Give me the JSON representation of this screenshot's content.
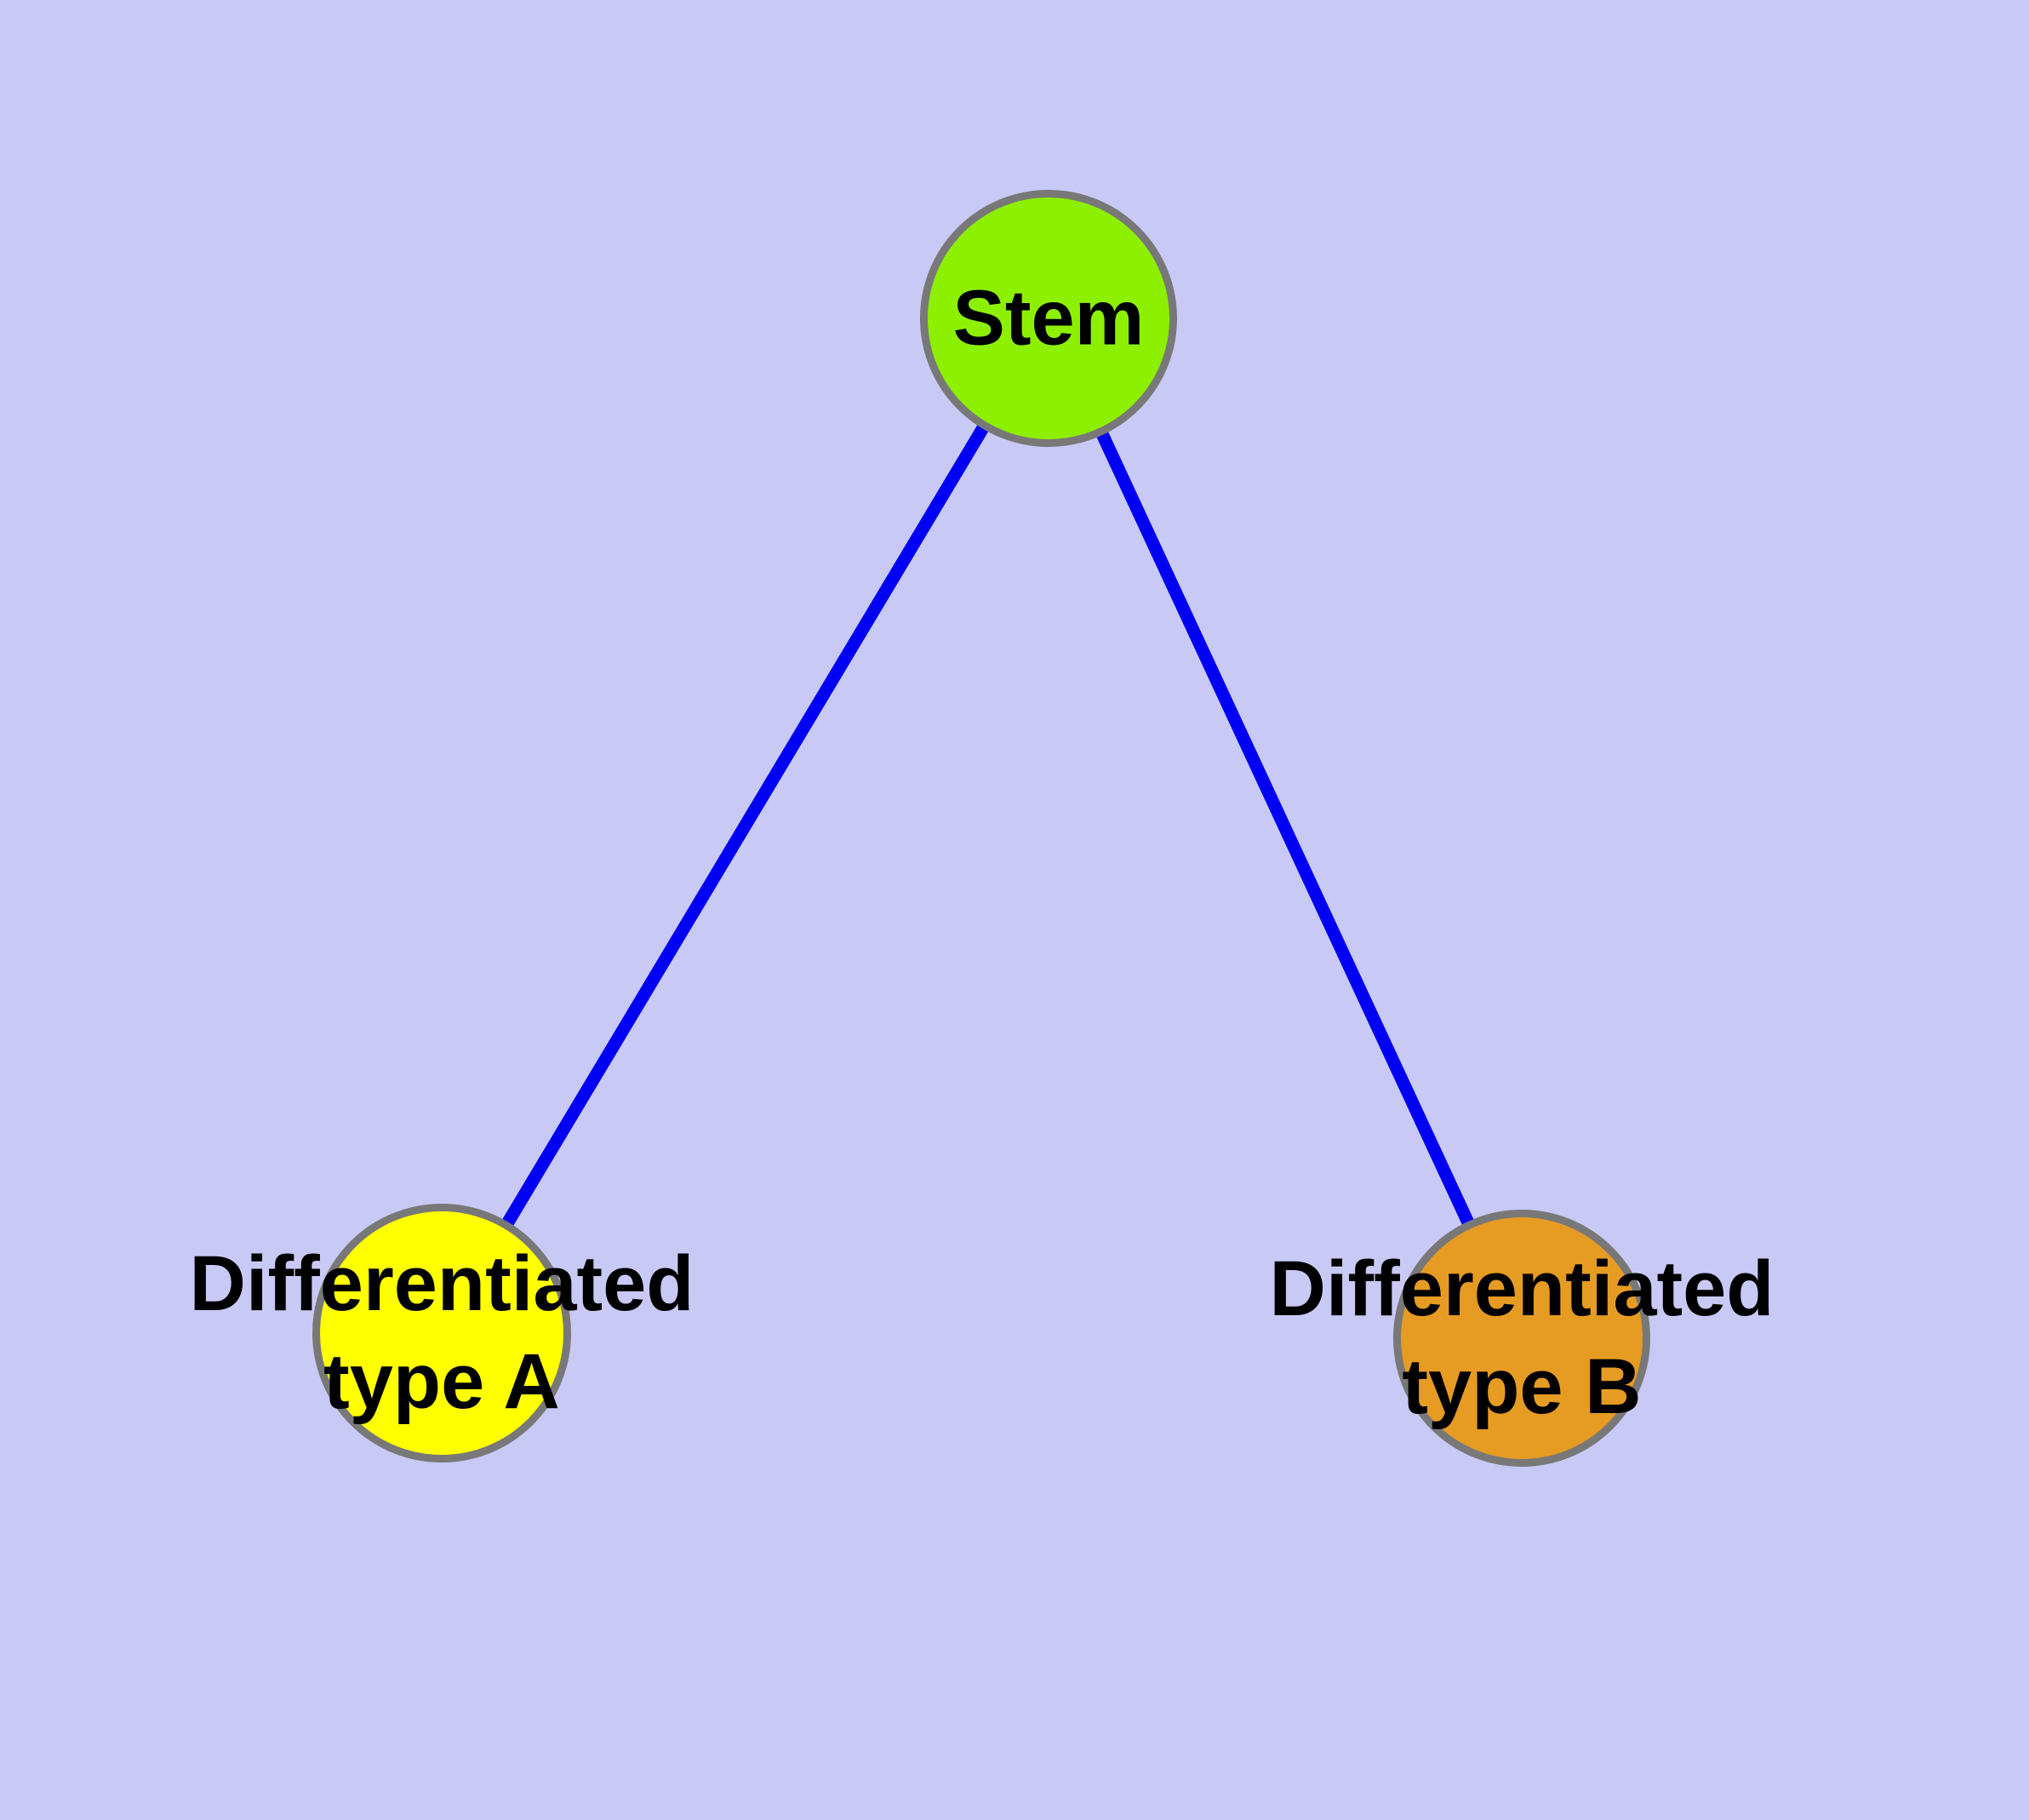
{
  "diagram": {
    "background_color": "#c9c9f6",
    "edge_color": "#0000f5",
    "node_border_color": "#787878",
    "label_color": "#000000",
    "nodes": {
      "stem": {
        "label": "Stem",
        "fill": "#8cf000"
      },
      "typeA": {
        "label_line1": "Differentiated",
        "label_line2": "type A",
        "fill": "#ffff00"
      },
      "typeB": {
        "label_line1": "Differentiated",
        "label_line2": "type B",
        "fill": "#e69b23"
      }
    },
    "edges": [
      {
        "from": "Stem",
        "to": "Differentiated type A"
      },
      {
        "from": "Stem",
        "to": "Differentiated type B"
      }
    ]
  }
}
